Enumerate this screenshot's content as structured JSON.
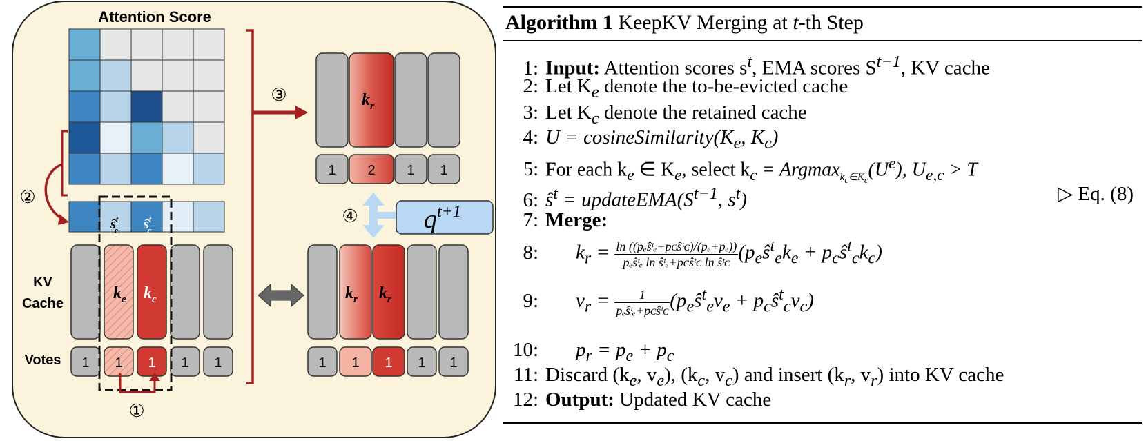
{
  "diagram": {
    "attention_title": "Attention Score",
    "kv_label_1": "KV",
    "kv_label_2": "Cache",
    "votes_label": "Votes",
    "ke_label": "k",
    "ke_sub": "e",
    "kc_label": "k",
    "kc_sub": "c",
    "kr_label": "k",
    "kr_sub": "r",
    "se_label": "ŝ",
    "se_sup": "t",
    "se_sub": "e",
    "sc_label": "ŝ",
    "sc_sup": "t",
    "sc_sub": "c",
    "q_label": "q",
    "q_sup": "t+1",
    "step1": "①",
    "step2": "②",
    "step3": "③",
    "step4": "④",
    "votes_left": [
      "1",
      "1",
      "1",
      "1",
      "1"
    ],
    "votes_top_right": [
      "1",
      "2",
      "1",
      "1"
    ],
    "votes_bottom_right": [
      "1",
      "1",
      "1",
      "1",
      "1"
    ],
    "heatmap": [
      [
        "#6aaed6",
        "#e6e6e6",
        "#e6e6e6",
        "#e6e6e6",
        "#e6e6e6"
      ],
      [
        "#6aaed6",
        "#b7d4ea",
        "#e6e6e6",
        "#e6e6e6",
        "#e6e6e6"
      ],
      [
        "#3d86c2",
        "#b7d4ea",
        "#1e4f8c",
        "#e6e6e6",
        "#e6e6e6"
      ],
      [
        "#1e5a99",
        "#e8f0f8",
        "#6aaed6",
        "#b7d4ea",
        "#e6e6e6"
      ],
      [
        "#3d86c2",
        "#b7d4ea",
        "#3d86c2",
        "#e8f0f8",
        "#b7d4ea"
      ]
    ],
    "score_row": [
      "#3d86c2",
      "#b7d4ea",
      "#3d86c2",
      "#e0ecf6",
      "#b7d4ea"
    ],
    "colors": {
      "panel_bg": "#fbf3dc",
      "dark_red": "#a51f1f",
      "red": "#d13a32",
      "light_red": "#f0a89a",
      "gray": "#b9b9b9",
      "light_blue": "#b9d8f3",
      "arrow_gray": "#666666"
    }
  },
  "algorithm": {
    "title_bold": "Algorithm 1",
    "title_rest": " KeepKV Merging at ",
    "title_var": "t",
    "title_end": "-th Step",
    "l1_num": "1:",
    "l1_kw": "Input:",
    "l1_text": " Attention scores s",
    "l1_sup": "t",
    "l1_text2": ", EMA scores S",
    "l1_sup2": "t−1",
    "l1_text3": ", KV cache",
    "l2_num": "2:",
    "l2_text": "Let K",
    "l2_sub": "e",
    "l2_text2": " denote the to-be-evicted cache",
    "l3_num": "3:",
    "l3_text": "Let K",
    "l3_sub": "c",
    "l3_text2": " denote the retained cache",
    "l4_num": "4:",
    "l4_text": "U = cosineSimilarity(K",
    "l4_sub": "e",
    "l4_text2": ", K",
    "l4_sub2": "c",
    "l4_text3": ")",
    "l5_num": "5:",
    "l5_text": "For each k",
    "l5_sub": "e",
    "l5_text2": " ∈ K",
    "l5_sub2": "e",
    "l5_text3": ", select k",
    "l5_sub3": "c",
    "l5_text4": " = Argmax",
    "l5_sub4": "k",
    "l5_subsub4": "c",
    "l5_sub4b": "∈K",
    "l5_subsub4b": "c",
    "l5_text5": "(U",
    "l5_sup5": "e",
    "l5_text6": "), U",
    "l5_sub6": "e,c",
    "l5_text7": " > T",
    "l6_num": "6:",
    "l6_text": "ŝ",
    "l6_sup": "t",
    "l6_text2": " = updateEMA(S",
    "l6_sup2": "t−1",
    "l6_text3": ", s",
    "l6_sup3": "t",
    "l6_text4": ")",
    "l6_comment": "▷ Eq. (8)",
    "l7_num": "7:",
    "l7_kw": "Merge:",
    "l8_num": "8:",
    "l8_lhs": "k",
    "l8_lhs_sub": "r",
    "l8_eq": " = ",
    "l8_num_frac": "ln ((pₑŝᵗₑ+pᴄŝᵗᴄ)/(pₑ+pₑ))",
    "l8_den_frac": "pₑŝᵗₑ ln ŝᵗₑ+pᴄŝᵗᴄ ln ŝᵗᴄ",
    "l8_tail": "(p",
    "l8_tail_sub": "e",
    "l8_tail2": "ŝ",
    "l8_tail_sup2": "t",
    "l8_tail_sub2": "e",
    "l8_tail3": "k",
    "l8_tail_sub3": "e",
    "l8_tail4": " + p",
    "l8_tail_sub4": "c",
    "l8_tail5": "ŝ",
    "l8_tail_sup5": "t",
    "l8_tail_sub5": "c",
    "l8_tail6": "k",
    "l8_tail_sub6": "c",
    "l8_tail7": ")",
    "l9_num": "9:",
    "l9_lhs": "v",
    "l9_lhs_sub": "r",
    "l9_eq": " = ",
    "l9_num_frac": "1",
    "l9_den_frac": "pₑŝᵗₑ+pᴄŝᵗᴄ",
    "l9_tail": "(p",
    "l9_tail_sub": "e",
    "l9_tail2": "ŝ",
    "l9_tail_sup2": "t",
    "l9_tail_sub2": "e",
    "l9_tail3": "v",
    "l9_tail_sub3": "e",
    "l9_tail4": " + p",
    "l9_tail_sub4": "c",
    "l9_tail5": "ŝ",
    "l9_tail_sup5": "t",
    "l9_tail_sub5": "c",
    "l9_tail6": "v",
    "l9_tail_sub6": "c",
    "l9_tail7": ")",
    "l10_num": "10:",
    "l10_text": "p",
    "l10_sub": "r",
    "l10_text2": " = p",
    "l10_sub2": "e",
    "l10_text3": " + p",
    "l10_sub3": "c",
    "l11_num": "11:",
    "l11_text": "Discard (k",
    "l11_sub1": "e",
    "l11_text2": ", v",
    "l11_sub2": "e",
    "l11_text3": "), (k",
    "l11_sub3": "c",
    "l11_text4": ", v",
    "l11_sub4": "c",
    "l11_text5": ") and insert (k",
    "l11_sub5": "r",
    "l11_text6": ", v",
    "l11_sub6": "r",
    "l11_text7": ") into KV cache",
    "l12_num": "12:",
    "l12_kw": "Output:",
    "l12_text": " Updated KV cache"
  }
}
